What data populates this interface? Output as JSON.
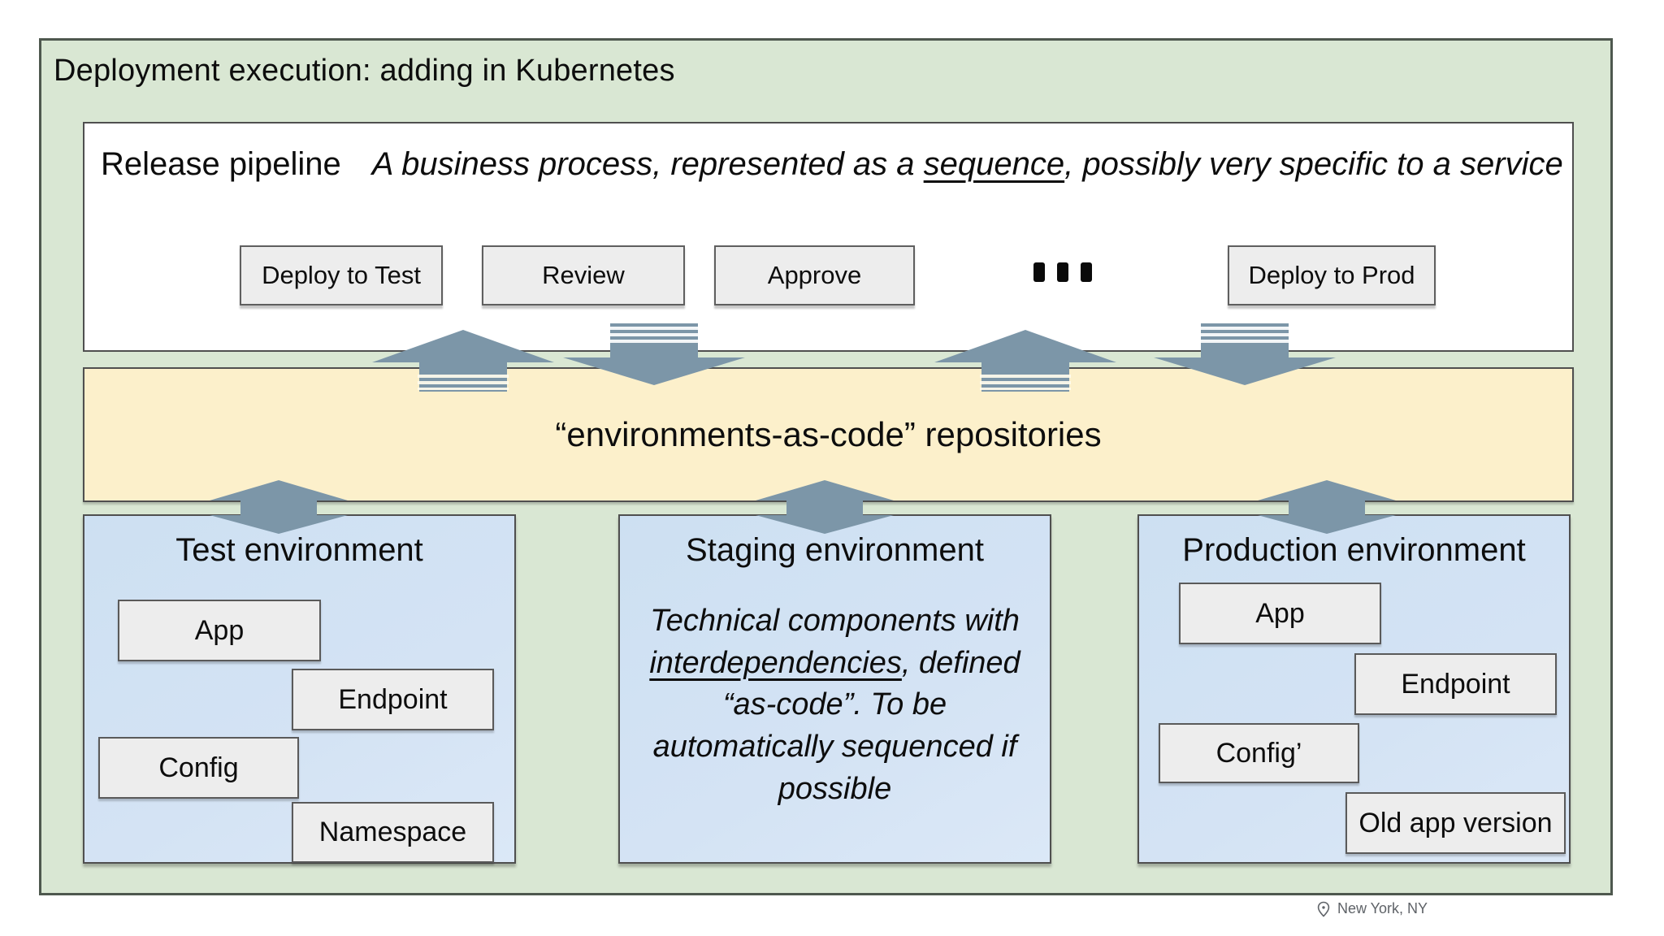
{
  "slide": {
    "title": "Deployment execution: adding in Kubernetes"
  },
  "pipeline": {
    "heading": "Release pipeline",
    "subtitle_prefix": "A business process, represented as a ",
    "subtitle_underlined": "sequence",
    "subtitle_suffix": ", possibly very specific to a service",
    "steps": [
      "Deploy to Test",
      "Review",
      "Approve",
      "Deploy to Prod"
    ],
    "ellipsis": "..."
  },
  "repositories": {
    "label": "“environments-as-code” repositories"
  },
  "environments": [
    {
      "title": "Test environment",
      "boxes": [
        "App",
        "Endpoint",
        "Config",
        "Namespace"
      ]
    },
    {
      "title": "Staging environment",
      "desc_prefix": "Technical components with ",
      "desc_underlined": "interdependencies",
      "desc_suffix": ", defined “as-code”. To be automatically sequenced if possible"
    },
    {
      "title": "Production environment",
      "boxes": [
        "App",
        "Endpoint",
        "Config’",
        "Old app version"
      ]
    }
  ],
  "footer": {
    "location": "New York, NY"
  },
  "icons": {
    "location_pin": "location-pin-icon",
    "up_arrow": "striped block arrow pointing up",
    "down_arrow": "striped block arrow pointing down",
    "double_arrow": "double-headed vertical block arrow"
  },
  "colors": {
    "slide_bg": "#d9e7d3",
    "slide_border": "#4e584e",
    "box_border": "#4f4f4f",
    "step_fill": "#ededed",
    "band_fill": "#fcf0cb",
    "env_fill": "#cfe2f3",
    "arrow_fill": "#7c96a8",
    "muted_text": "#5f6368"
  }
}
